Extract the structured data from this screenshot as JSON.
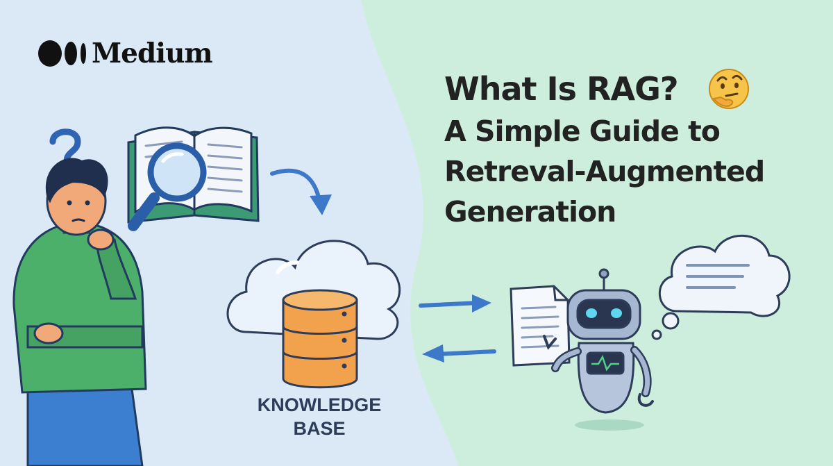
{
  "brand": {
    "name": "Medium"
  },
  "title": {
    "line1": "What Is RAG?",
    "line2": "A Simple Guide to",
    "line3": "Retreval-Augmented",
    "line4": "Generation",
    "emoji": "thinking-face-emoji"
  },
  "diagram": {
    "knowledge_base_label_1": "KNOWLEDGE",
    "knowledge_base_label_2": "BASE"
  },
  "colors": {
    "background_left": "#dcebf8",
    "background_right": "#cdeedd",
    "accent_blue": "#3d78c9",
    "database_orange": "#f2a24d",
    "person_shirt": "#4caf6a",
    "text_dark": "#222222"
  },
  "icons": [
    "question-mark-icon",
    "open-book-icon",
    "magnifying-glass-icon",
    "cloud-icon",
    "database-icon",
    "robot-icon",
    "document-icon",
    "thought-bubble-icon",
    "arrow-icon"
  ]
}
